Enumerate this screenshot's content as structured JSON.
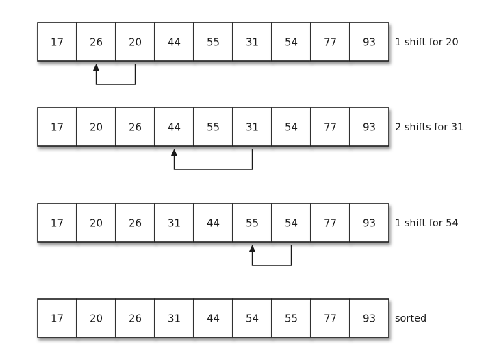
{
  "rows": [
    {
      "values": [
        "17",
        "26",
        "20",
        "44",
        "55",
        "31",
        "54",
        "77",
        "93"
      ],
      "label": "1 shift for 20",
      "arrow": {
        "from": 2,
        "to": 1
      }
    },
    {
      "values": [
        "17",
        "20",
        "26",
        "44",
        "55",
        "31",
        "54",
        "77",
        "93"
      ],
      "label": "2 shifts for 31",
      "arrow": {
        "from": 5,
        "to": 3
      }
    },
    {
      "values": [
        "17",
        "20",
        "26",
        "31",
        "44",
        "55",
        "54",
        "77",
        "93"
      ],
      "label": "1 shift for 54",
      "arrow": {
        "from": 6,
        "to": 5
      }
    },
    {
      "values": [
        "17",
        "20",
        "26",
        "31",
        "44",
        "54",
        "55",
        "77",
        "93"
      ],
      "label": "sorted",
      "arrow": null
    }
  ],
  "colors": {
    "stroke": "#1a1a1a",
    "fill": "#ffffff",
    "shadow": "#8a8a8a"
  }
}
